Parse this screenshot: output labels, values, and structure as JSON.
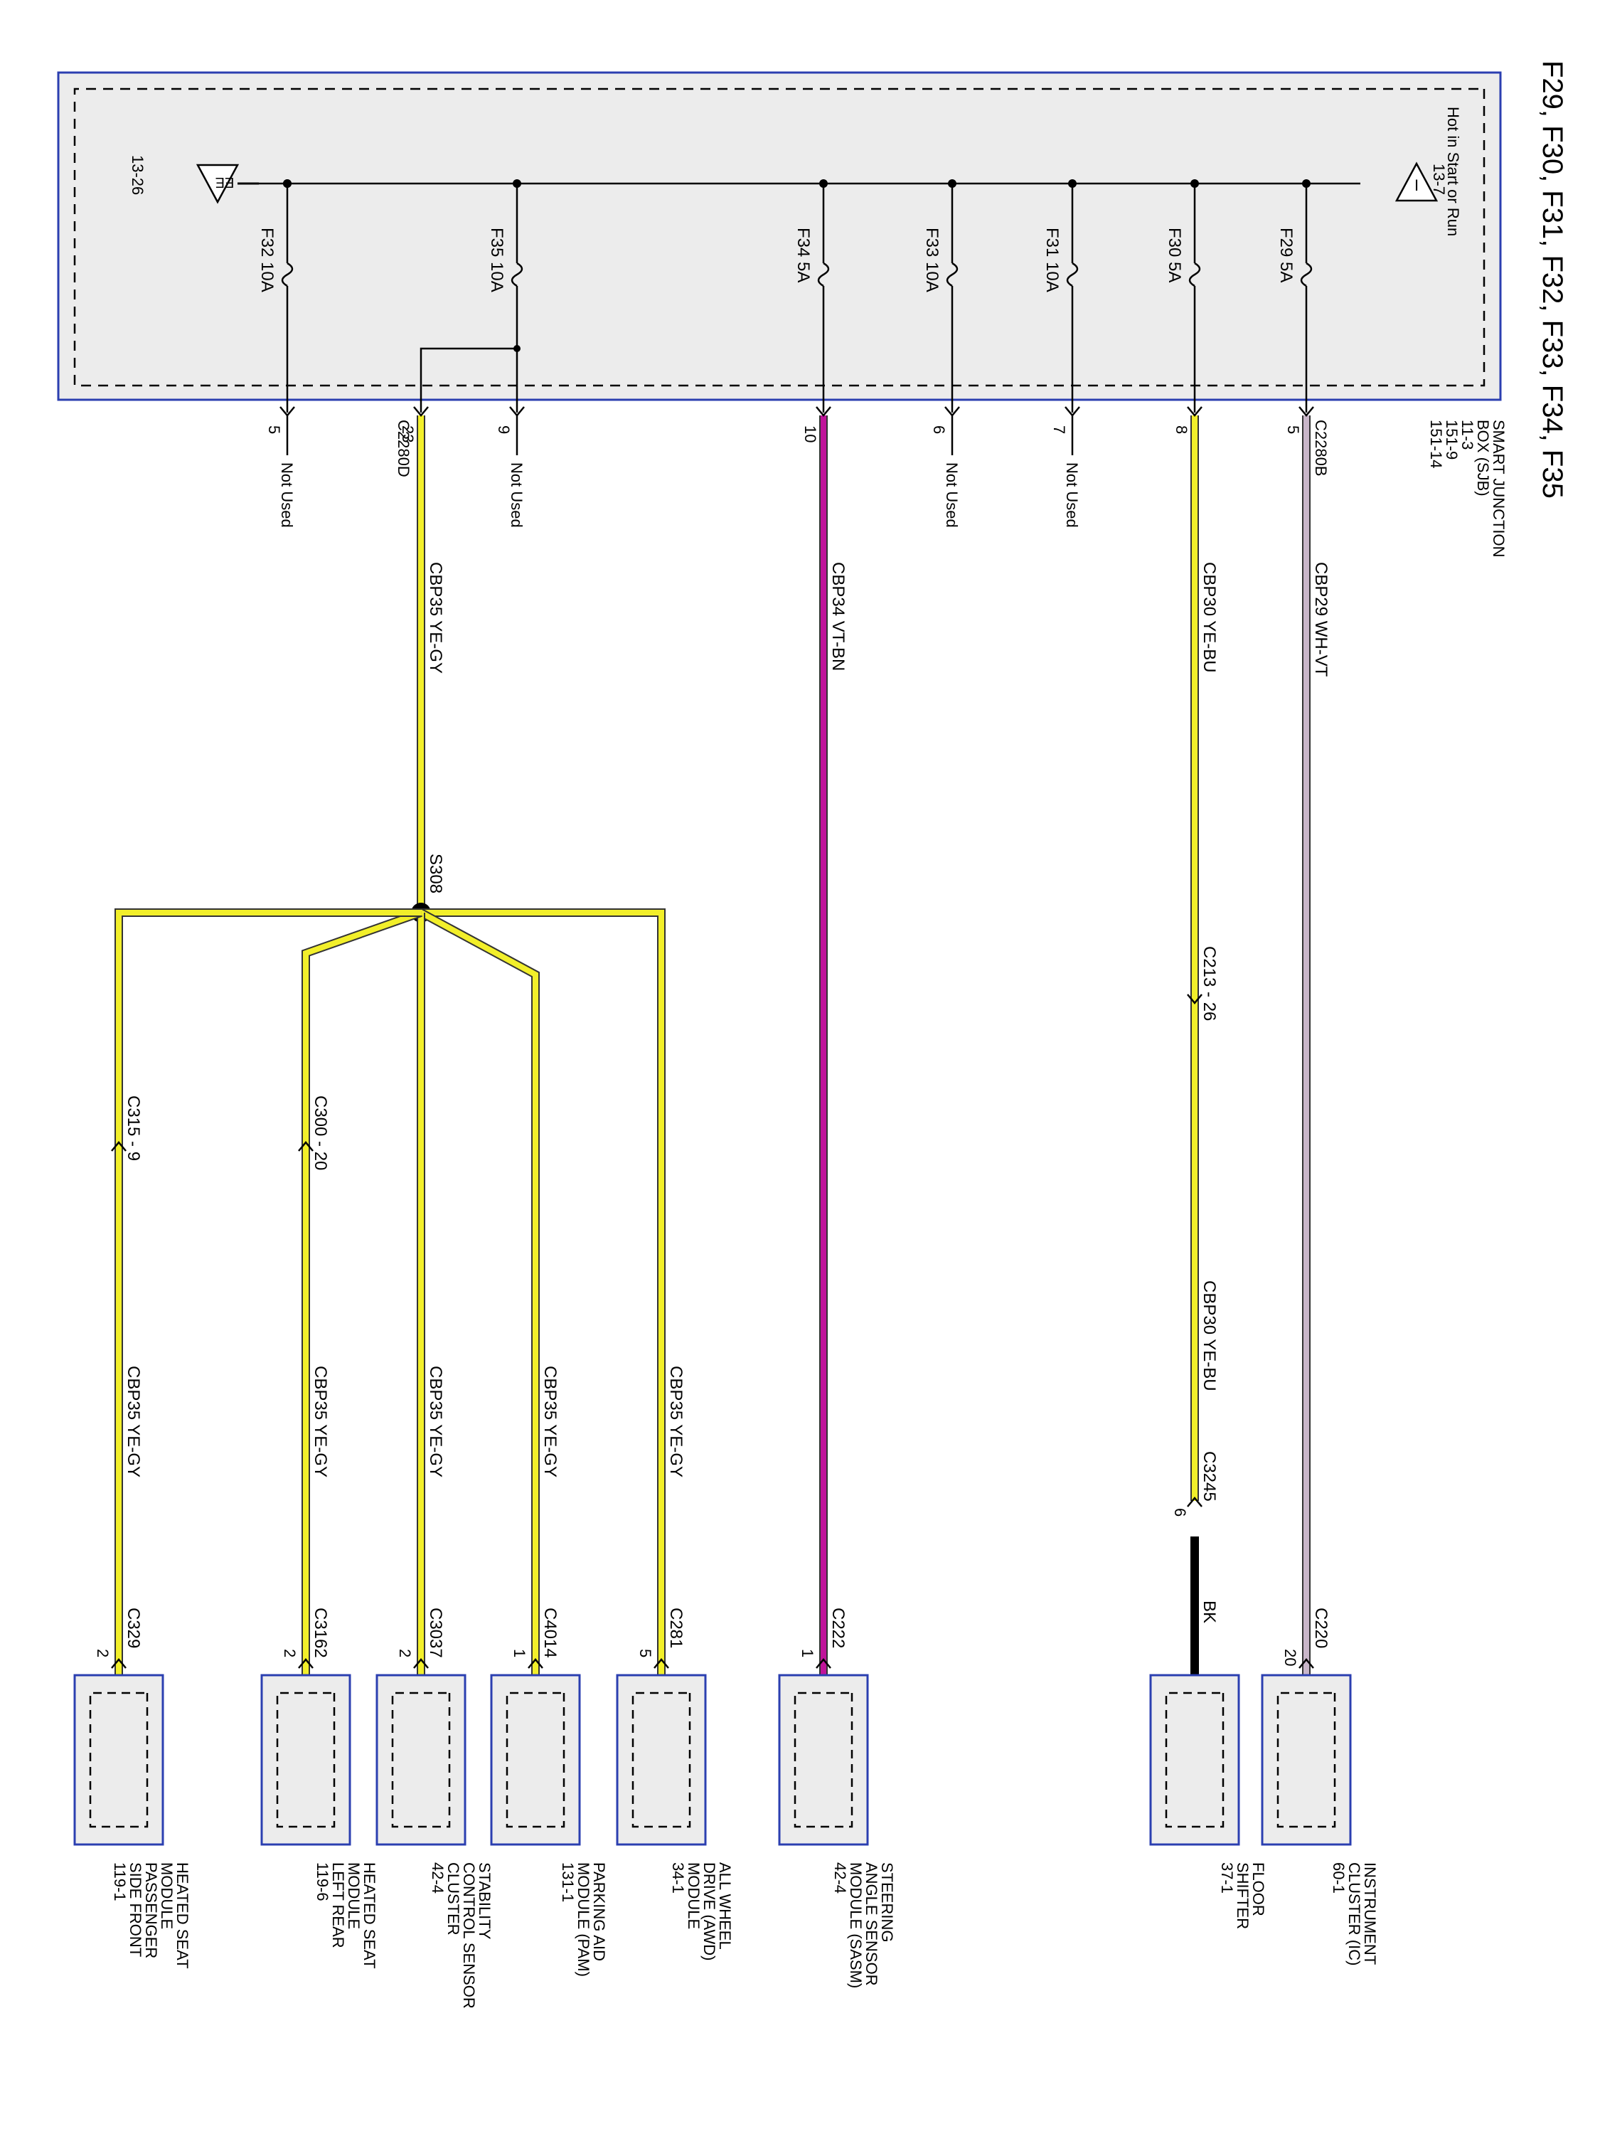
{
  "title": "F29, F30, F31, F32, F33, F34, F35",
  "sjb": {
    "name_lines": [
      "SMART JUNCTION",
      "BOX (SJB)",
      "11-3",
      "151-9",
      "151-14"
    ],
    "hot_label": "Hot in Start or Run",
    "source_symbol": "I",
    "source_ref": "13-7",
    "ground_symbol": "EE",
    "ground_ref": "13-26"
  },
  "fuses": [
    {
      "name": "F29",
      "rating": "5A"
    },
    {
      "name": "F30",
      "rating": "5A"
    },
    {
      "name": "F31",
      "rating": "10A"
    },
    {
      "name": "F33",
      "rating": "10A"
    },
    {
      "name": "F34",
      "rating": "5A"
    },
    {
      "name": "F35",
      "rating": "10A"
    },
    {
      "name": "F32",
      "rating": "10A"
    }
  ],
  "sjb_connectors": {
    "c2280b": "C2280B",
    "c2280d": "C2280D"
  },
  "sjb_pins": [
    "5",
    "8",
    "7",
    "6",
    "10",
    "9",
    "23",
    "5"
  ],
  "not_used": "Not Used",
  "circuits": [
    {
      "id": "CBP29",
      "color_code": "WH-VT",
      "wire_color": "#c9b6c9"
    },
    {
      "id": "CBP30",
      "color_code": "YE-BU",
      "wire_color": "#f2ef2a"
    },
    {
      "id": "CBP34",
      "color_code": "VT-BN",
      "wire_color": "#c0149a"
    },
    {
      "id": "CBP35",
      "color_code": "YE-GY",
      "wire_color": "#f2ef2a"
    }
  ],
  "inline_connectors": [
    {
      "name": "C213",
      "pin": "26"
    },
    {
      "name": "C3245",
      "pin": "6"
    },
    {
      "name": "C315",
      "pin": "9"
    },
    {
      "name": "C300",
      "pin": "20"
    }
  ],
  "splice": "S308",
  "bk_wire": "BK",
  "components": [
    {
      "connector": "C220",
      "pin": "20",
      "lines": [
        "INSTRUMENT",
        "CLUSTER (IC)",
        "60-1"
      ]
    },
    {
      "connector": "",
      "pin": "",
      "lines": [
        "FLOOR",
        "SHIFTER",
        "37-1"
      ]
    },
    {
      "connector": "C222",
      "pin": "1",
      "lines": [
        "STEERING",
        "ANGLE SENSOR",
        "MODULE (SASM)",
        "42-4"
      ]
    },
    {
      "connector": "C281",
      "pin": "5",
      "lines": [
        "ALL WHEEL",
        "DRIVE (AWD)",
        "MODULE",
        "34-1"
      ]
    },
    {
      "connector": "C4014",
      "pin": "1",
      "lines": [
        "PARKING AID",
        "MODULE (PAM)",
        "131-1"
      ]
    },
    {
      "connector": "C3037",
      "pin": "2",
      "lines": [
        "STABILITY",
        "CONTROL SENSOR",
        "CLUSTER",
        "42-4"
      ]
    },
    {
      "connector": "C3162",
      "pin": "2",
      "lines": [
        "HEATED SEAT",
        "MODULE",
        "LEFT REAR",
        "119-6"
      ]
    },
    {
      "connector": "C329",
      "pin": "2",
      "lines": [
        "HEATED SEAT",
        "MODULE",
        "PASSENGER",
        "SIDE FRONT",
        "119-1"
      ]
    }
  ],
  "colors": {
    "box_border": "#2b3fb0",
    "box_fill": "#ececec",
    "wire_edge": "#333333",
    "ground_wire": "#000000"
  }
}
